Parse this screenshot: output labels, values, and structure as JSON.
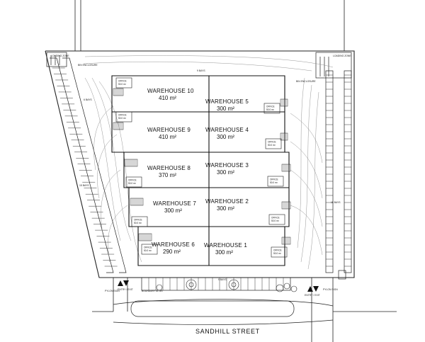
{
  "street": "SANDHILL STREET",
  "warehouses": [
    {
      "name": "WAREHOUSE 10",
      "area": "410 m²"
    },
    {
      "name": "WAREHOUSE 5",
      "area": "300 m²"
    },
    {
      "name": "WAREHOUSE 9",
      "area": "410 m²"
    },
    {
      "name": "WAREHOUSE 4",
      "area": "300 m²"
    },
    {
      "name": "WAREHOUSE 8",
      "area": "370 m²"
    },
    {
      "name": "WAREHOUSE 3",
      "area": "300 m²"
    },
    {
      "name": "WAREHOUSE 7",
      "area": "300 m²"
    },
    {
      "name": "WAREHOUSE 2",
      "area": "300 m²"
    },
    {
      "name": "WAREHOUSE 6",
      "area": "290 m²"
    },
    {
      "name": "WAREHOUSE 1",
      "area": "300 m²"
    }
  ],
  "office_label": "OFFICE",
  "office_area": "50.0 m²",
  "labels": {
    "bin_enclosure_left": "BIN ENCLOSURE",
    "bin_enclosure_right": "BIN ENCLOSURE",
    "bays_top": "9 BAYS",
    "bays_bottom": "9 BAYS",
    "bays_left": "15 BAYS",
    "bays_right": "15 BAYS",
    "boundary": "BOUNDARY 61.3m",
    "entry_exit_left": "ENTRY / EXIT",
    "entry_exit_right": "ENTRY / EXIT",
    "pylon_sign_left": "PYLON SIGN",
    "pylon_sign_right": "PYLON SIGN",
    "loading_left": "LOADING ZONE",
    "loading_right": "LOADING ZONE",
    "bays_mid_left": "6 BAYS"
  }
}
